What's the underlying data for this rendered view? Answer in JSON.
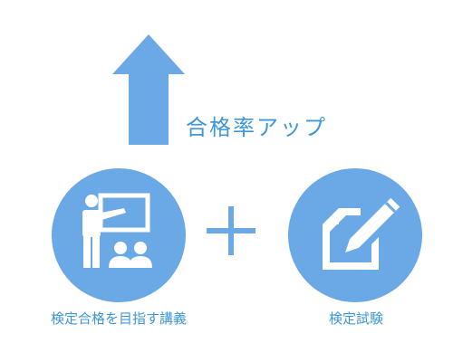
{
  "headline": "合格率アップ",
  "left_item": {
    "label": "検定合格を目指す講義",
    "icon": "lecture-teacher-icon"
  },
  "right_item": {
    "label": "検定試験",
    "icon": "exam-pencil-icon"
  },
  "operator": "plus-icon",
  "colors": {
    "accent": "#6aa8e6",
    "text": "#3f97d9",
    "icon": "#ffffff",
    "background": "#ffffff"
  }
}
